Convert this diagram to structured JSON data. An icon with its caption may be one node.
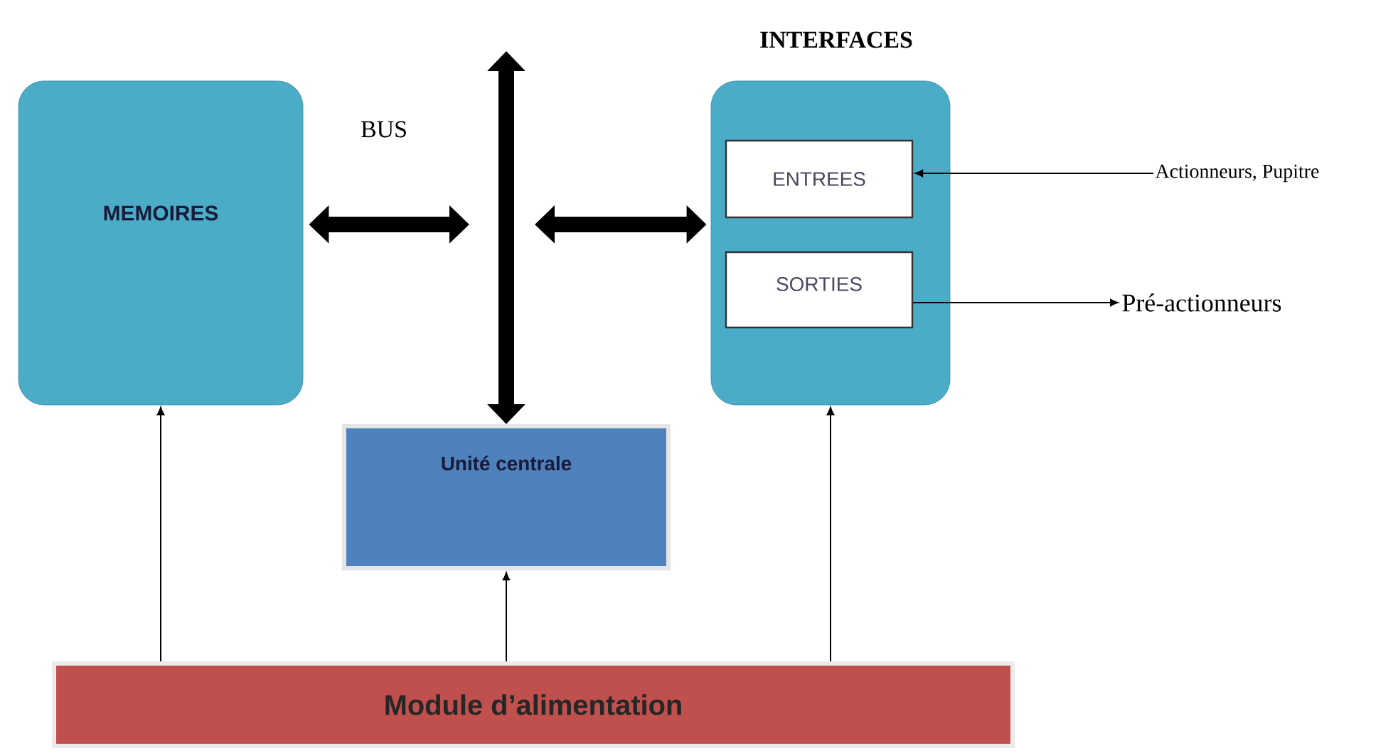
{
  "diagram": {
    "nodes": [
      {
        "text": [
          "MEMOIRES"
        ]
      },
      {
        "text": [
          "INTERFACES"
        ]
      },
      {
        "text": [
          "ENTREES"
        ],
        "in": 1
      },
      {
        "text": [
          "SORTIES"
        ],
        "in": 1
      },
      {
        "text": [
          "Unité centrale"
        ]
      },
      {
        "text": [
          "Module d’alimentation"
        ]
      },
      {
        "text": [
          "Actionneurs, Pupitre"
        ]
      },
      {
        "text": [
          "Pré-actionneurs"
        ]
      }
    ],
    "edges": [
      {
        "from": null,
        "to": 4,
        "arrow": "both",
        "style": "thick"
      },
      {
        "from": 0,
        "to": null,
        "arrow": "both",
        "style": "thick"
      },
      {
        "from": null,
        "to": 1,
        "arrow": "both",
        "style": "thick"
      },
      {
        "from": 6,
        "to": 2,
        "arrow": "to"
      },
      {
        "from": 3,
        "to": 7,
        "arrow": "to"
      },
      {
        "from": 5,
        "to": 0,
        "arrow": "to"
      },
      {
        "from": 5,
        "to": 4,
        "arrow": "to"
      },
      {
        "from": 5,
        "to": 1,
        "arrow": "to"
      }
    ],
    "labels": [
      "BUS"
    ]
  }
}
